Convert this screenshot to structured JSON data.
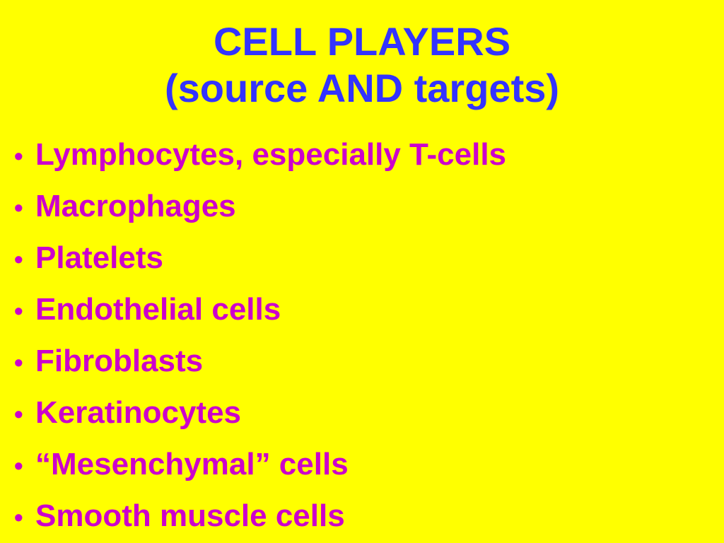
{
  "slide": {
    "title_line1": "CELL PLAYERS",
    "title_line2": "(source AND targets)",
    "bullet_symbol": "•",
    "bullets": [
      "Lymphocytes, especially T-cells",
      "Macrophages",
      "Platelets",
      "Endothelial cells",
      "Fibroblasts",
      "Keratinocytes",
      "“Mesenchymal” cells",
      "Smooth muscle cells"
    ],
    "colors": {
      "background": "#ffff00",
      "title": "#3333ff",
      "bullets": "#cc00cc"
    }
  }
}
